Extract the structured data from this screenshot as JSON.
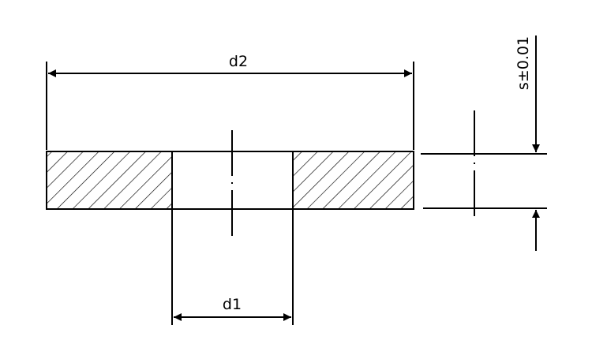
{
  "labels": {
    "outer_diameter": "d2",
    "inner_diameter": "d1",
    "thickness": "s±0.01"
  },
  "colors": {
    "line": "#000000",
    "background": "#ffffff"
  }
}
